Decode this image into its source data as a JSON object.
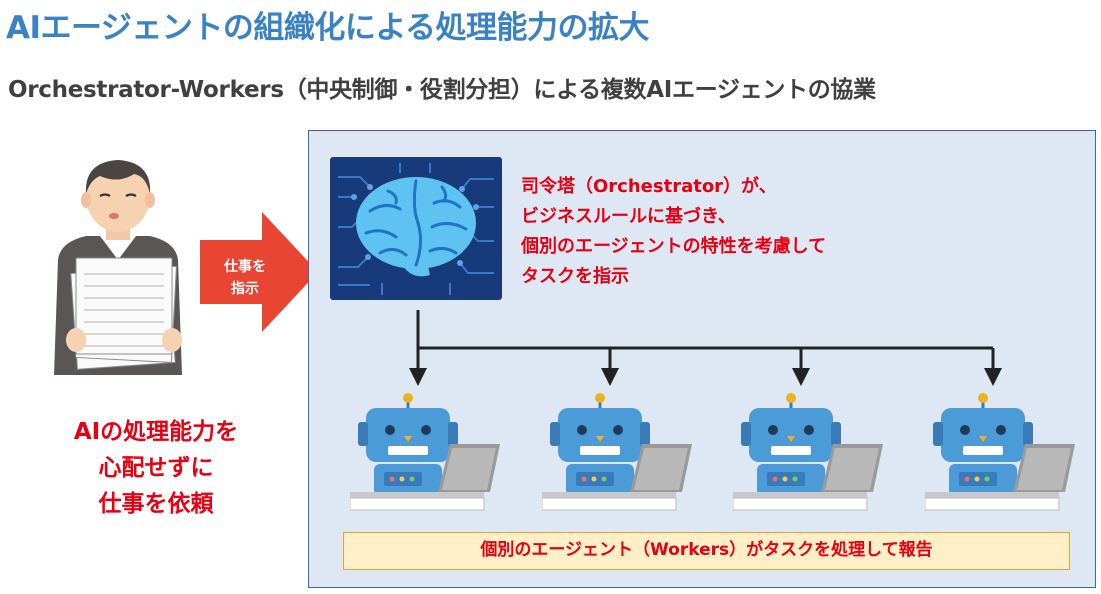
{
  "header": {
    "title": "AIエージェントの組織化による処理能力の拡大",
    "subtitle": "Orchestrator-Workers（中央制御・役割分担）による複数AIエージェントの協業"
  },
  "left": {
    "arrow_label_line1": "仕事を",
    "arrow_label_line2": "指示",
    "caption_line1": "AIの処理能力を",
    "caption_line2": "心配せずに",
    "caption_line3": "仕事を依頼"
  },
  "orchestrator": {
    "note_line1": "司令塔（Orchestrator）が、",
    "note_line2": "ビジネスルールに基づき、",
    "note_line3": "個別のエージェントの特性を考慮して",
    "note_line4": "タスクを指示"
  },
  "workers": {
    "count": 4,
    "report": "個別のエージェント（Workers）がタスクを処理して報告"
  },
  "colors": {
    "title": "#3b82c4",
    "accent_red": "#e60012",
    "arrow_red": "#e84533",
    "panel_bg": "#dde8f4",
    "panel_border": "#3f63b0",
    "robot_blue": "#4a9bd8",
    "report_bg": "#fdf0c8"
  }
}
